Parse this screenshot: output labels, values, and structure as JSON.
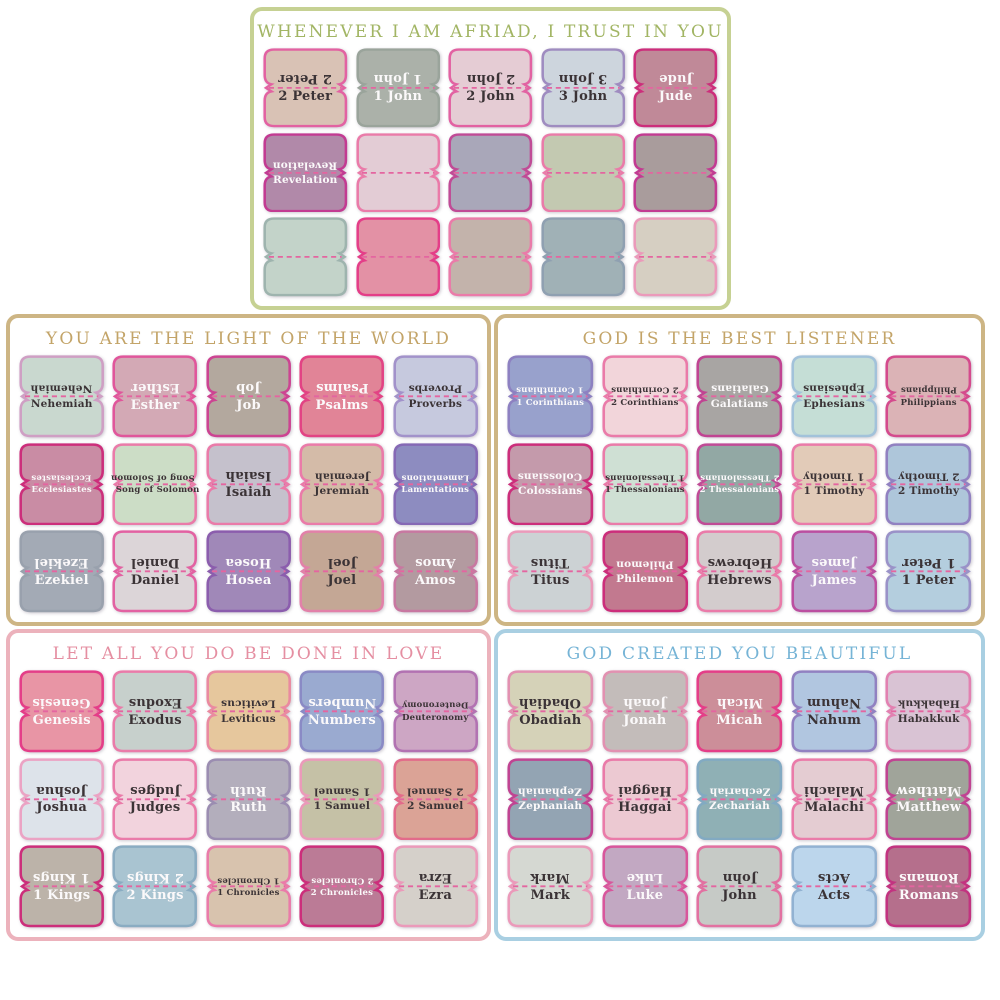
{
  "fold_dash_color": "#e465a0",
  "ink_dark": "#3b3336",
  "ink_light": "#fbf9fa",
  "panels": [
    {
      "title": "WHENEVER I AM AFRIAD, I TRUST IN YOU",
      "title_color": "#a2b564",
      "border_color": "#c6d193",
      "tabs": [
        {
          "label": "2 Peter",
          "fill": "#d9c2b5",
          "ink": "#3b3336",
          "border": "#e262a2"
        },
        {
          "label": "1 John",
          "fill": "#abb1a9",
          "ink": "#fbf9fa",
          "border": "#9aa49b"
        },
        {
          "label": "2 John",
          "fill": "#e5ccd4",
          "ink": "#3b3336",
          "border": "#e262a2"
        },
        {
          "label": "3 John",
          "fill": "#cdd5dd",
          "ink": "#3b3336",
          "border": "#9f8cc0"
        },
        {
          "label": "Jude",
          "fill": "#c08998",
          "ink": "#fbf9fa",
          "border": "#cc2e7b"
        },
        {
          "label": "Revelation",
          "fill": "#b189a9",
          "ink": "#fbf9fa",
          "border": "#c23b92"
        },
        {
          "label": "",
          "fill": "#e3ccd5",
          "ink": "",
          "border": "#ea7ba9"
        },
        {
          "label": "",
          "fill": "#a9a7b9",
          "ink": "",
          "border": "#c04b96"
        },
        {
          "label": "",
          "fill": "#c3c9b1",
          "ink": "",
          "border": "#ea7ba9"
        },
        {
          "label": "",
          "fill": "#a99c9c",
          "ink": "",
          "border": "#c23b92"
        },
        {
          "label": "",
          "fill": "#c3d3c9",
          "ink": "",
          "border": "#9eb4ae"
        },
        {
          "label": "",
          "fill": "#e391a5",
          "ink": "",
          "border": "#e43e88"
        },
        {
          "label": "",
          "fill": "#c3b3ab",
          "ink": "",
          "border": "#ea7ba9"
        },
        {
          "label": "",
          "fill": "#a0b1b6",
          "ink": "",
          "border": "#8fa0b1"
        },
        {
          "label": "",
          "fill": "#d6cfc2",
          "ink": "",
          "border": "#eb9aba"
        }
      ]
    },
    {
      "title": "YOU ARE THE LIGHT OF THE WORLD",
      "title_color": "#c3a468",
      "border_color": "#cdb584",
      "tabs": [
        {
          "label": "Nehemiah",
          "fill": "#c9d8cf",
          "ink": "#3b3336",
          "border": "#cf9fc4"
        },
        {
          "label": "Esther",
          "fill": "#d3a9b5",
          "ink": "#fbf9fa",
          "border": "#e0569b"
        },
        {
          "label": "Job",
          "fill": "#b3a89e",
          "ink": "#fbf9fa",
          "border": "#cc4492"
        },
        {
          "label": "Psalms",
          "fill": "#e18497",
          "ink": "#fbf9fa",
          "border": "#e24384"
        },
        {
          "label": "Proverbs",
          "fill": "#c6c9de",
          "ink": "#3b3336",
          "border": "#a292ca"
        },
        {
          "label": "Ecclesiastes",
          "fill": "#c98ca4",
          "ink": "#fbf9fa",
          "border": "#cc2e7b"
        },
        {
          "label": "Song of Solomon",
          "fill": "#ccddc6",
          "ink": "#3b3336",
          "border": "#ea7ba9"
        },
        {
          "label": "Isaiah",
          "fill": "#c5c1cc",
          "ink": "#3b3336",
          "border": "#ea7ba9"
        },
        {
          "label": "Jeremiah",
          "fill": "#d4bba8",
          "ink": "#3b3336",
          "border": "#ea7ba9"
        },
        {
          "label": "Lamentations",
          "fill": "#8d8cc0",
          "ink": "#fbf9fa",
          "border": "#8569b5"
        },
        {
          "label": "Ezekiel",
          "fill": "#a3aab5",
          "ink": "#fbf9fa",
          "border": "#99a1ad"
        },
        {
          "label": "Daniel",
          "fill": "#dcd5d8",
          "ink": "#3b3336",
          "border": "#e262a2"
        },
        {
          "label": "Hosea",
          "fill": "#a088b8",
          "ink": "#fbf9fa",
          "border": "#8b5dad"
        },
        {
          "label": "Joel",
          "fill": "#c4a795",
          "ink": "#3b3336",
          "border": "#e281a9"
        },
        {
          "label": "Amos",
          "fill": "#b39aa0",
          "ink": "#fbf9fa",
          "border": "#c878a1"
        }
      ]
    },
    {
      "title": "GOD IS THE BEST LISTENER",
      "title_color": "#c3a468",
      "border_color": "#cdb584",
      "tabs": [
        {
          "label": "1 Corinthians",
          "fill": "#98a1cc",
          "ink": "#fbf9fa",
          "border": "#8d81c1"
        },
        {
          "label": "2 Corinthians",
          "fill": "#f2d5da",
          "ink": "#3b3336",
          "border": "#ea7ba9"
        },
        {
          "label": "Galatians",
          "fill": "#a8a5a3",
          "ink": "#fbf9fa",
          "border": "#c04492"
        },
        {
          "label": "Ephesians",
          "fill": "#c5ded6",
          "ink": "#3b3336",
          "border": "#a2c2da"
        },
        {
          "label": "Philippians",
          "fill": "#dbb3b6",
          "ink": "#3b3336",
          "border": "#d44b8d"
        },
        {
          "label": "Colossians",
          "fill": "#c49aab",
          "ink": "#fbf9fa",
          "border": "#cc2e7b"
        },
        {
          "label": "1 Thessalonians",
          "fill": "#cfe0d4",
          "ink": "#3b3336",
          "border": "#ea7ba9"
        },
        {
          "label": "2 Thessalonians",
          "fill": "#92a8a4",
          "ink": "#fbf9fa",
          "border": "#c04b96"
        },
        {
          "label": "1 Timothy",
          "fill": "#e2cbb8",
          "ink": "#3b3336",
          "border": "#ea7ba9"
        },
        {
          "label": "2 Timothy",
          "fill": "#aec6da",
          "ink": "#3b3336",
          "border": "#9181c1"
        },
        {
          "label": "Titus",
          "fill": "#ccd2d4",
          "ink": "#3b3336",
          "border": "#eb9aba"
        },
        {
          "label": "Philemon",
          "fill": "#c2798f",
          "ink": "#fbf9fa",
          "border": "#cc2e7b"
        },
        {
          "label": "Hebrews",
          "fill": "#d3cccd",
          "ink": "#3b3336",
          "border": "#ea7ba9"
        },
        {
          "label": "James",
          "fill": "#b8a3cc",
          "ink": "#fbf9fa",
          "border": "#bb4fa0"
        },
        {
          "label": "1 Peter",
          "fill": "#b4cede",
          "ink": "#3b3336",
          "border": "#9a92c8"
        }
      ]
    },
    {
      "title": "LET ALL YOU DO BE DONE IN LOVE",
      "title_color": "#e58fa2",
      "border_color": "#ecb2bc",
      "tabs": [
        {
          "label": "Genesis",
          "fill": "#e895a5",
          "ink": "#fbf9fa",
          "border": "#e43e88"
        },
        {
          "label": "Exodus",
          "fill": "#c7d0cc",
          "ink": "#3b3336",
          "border": "#ea7ba9"
        },
        {
          "label": "Leviticus",
          "fill": "#e6c79d",
          "ink": "#3b3336",
          "border": "#ea8aa0"
        },
        {
          "label": "Numbers",
          "fill": "#9aaad0",
          "ink": "#fbf9fa",
          "border": "#8a8ac5"
        },
        {
          "label": "Deuteronomy",
          "fill": "#cda6c4",
          "ink": "#3b3336",
          "border": "#b272b2"
        },
        {
          "label": "Joshua",
          "fill": "#dde3ea",
          "ink": "#3b3336",
          "border": "#eba3c4"
        },
        {
          "label": "Judges",
          "fill": "#f2d3dd",
          "ink": "#3b3336",
          "border": "#ea7ba9"
        },
        {
          "label": "Ruth",
          "fill": "#b3aebc",
          "ink": "#fbf9fa",
          "border": "#9b8db1"
        },
        {
          "label": "1 Samuel",
          "fill": "#c5c1a6",
          "ink": "#3b3336",
          "border": "#eb9aba"
        },
        {
          "label": "2 Samuel",
          "fill": "#dba396",
          "ink": "#3b3336",
          "border": "#e26b8a"
        },
        {
          "label": "1 Kings",
          "fill": "#bcb3a9",
          "ink": "#fbf9fa",
          "border": "#cc2e7b"
        },
        {
          "label": "2 Kings",
          "fill": "#a9c4d1",
          "ink": "#fbf9fa",
          "border": "#8aacc2"
        },
        {
          "label": "1 Chronicles",
          "fill": "#d8c3ae",
          "ink": "#3b3336",
          "border": "#ea7ba9"
        },
        {
          "label": "2 Chronicles",
          "fill": "#bb7b96",
          "ink": "#fbf9fa",
          "border": "#cc2e7b"
        },
        {
          "label": "Ezra",
          "fill": "#d5d0ca",
          "ink": "#3b3336",
          "border": "#eb9aba"
        }
      ]
    },
    {
      "title": "GOD CREATED YOU BEAUTIFUL",
      "title_color": "#76b4d6",
      "border_color": "#a9cfe2",
      "tabs": [
        {
          "label": "Obadiah",
          "fill": "#d5d2b8",
          "ink": "#3b3336",
          "border": "#e291b1"
        },
        {
          "label": "Jonah",
          "fill": "#c3bcba",
          "ink": "#fbf9fa",
          "border": "#e291b1"
        },
        {
          "label": "Micah",
          "fill": "#cc8e99",
          "ink": "#fbf9fa",
          "border": "#e43e88"
        },
        {
          "label": "Nahum",
          "fill": "#b1c6e0",
          "ink": "#3b3336",
          "border": "#9181c1"
        },
        {
          "label": "Habakkuk",
          "fill": "#d9c3d4",
          "ink": "#3b3336",
          "border": "#e281b1"
        },
        {
          "label": "Zephaniah",
          "fill": "#93a4b3",
          "ink": "#fbf9fa",
          "border": "#c04492"
        },
        {
          "label": "Haggai",
          "fill": "#ecc9d2",
          "ink": "#3b3336",
          "border": "#ea7ba9"
        },
        {
          "label": "Zechariah",
          "fill": "#8fb0b5",
          "ink": "#fbf9fa",
          "border": "#82aac2"
        },
        {
          "label": "Malachi",
          "fill": "#e4ccd2",
          "ink": "#3b3336",
          "border": "#ea7ba9"
        },
        {
          "label": "Matthew",
          "fill": "#a0a49a",
          "ink": "#fbf9fa",
          "border": "#c04492"
        },
        {
          "label": "Mark",
          "fill": "#d5d8d2",
          "ink": "#3b3336",
          "border": "#eb9aba"
        },
        {
          "label": "Luke",
          "fill": "#c2a8c2",
          "ink": "#fbf9fa",
          "border": "#d8569c"
        },
        {
          "label": "John",
          "fill": "#c6cac6",
          "ink": "#3b3336",
          "border": "#e271a1"
        },
        {
          "label": "Acts",
          "fill": "#bcd6ec",
          "ink": "#3b3336",
          "border": "#92b2d2"
        },
        {
          "label": "Romans",
          "fill": "#b56f8c",
          "ink": "#fbf9fa",
          "border": "#c23380"
        }
      ]
    }
  ]
}
